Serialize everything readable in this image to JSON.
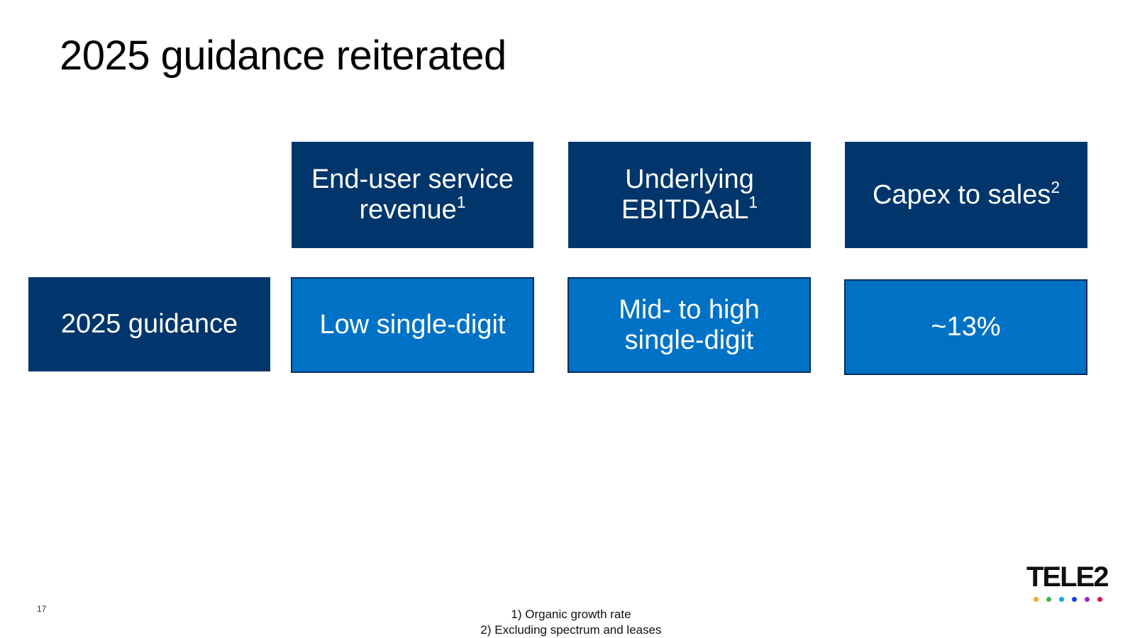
{
  "title": "2025 guidance reiterated",
  "headers": [
    {
      "text": "End-user service revenue",
      "sup": "1"
    },
    {
      "text": "Underlying EBITDAaL",
      "sup": "1"
    },
    {
      "text": "Capex to sales",
      "sup": "2"
    }
  ],
  "row_label": "2025 guidance",
  "values": [
    "Low single-digit",
    "Mid- to high single-digit",
    "~13%"
  ],
  "footnotes": [
    "1) Organic growth rate",
    "2) Excluding spectrum and leases"
  ],
  "page_number": "17",
  "logo": {
    "text": "TELE2",
    "dot_colors": [
      "#f5a623",
      "#33b846",
      "#17a2e8",
      "#1b3fe0",
      "#a020c8",
      "#e0105a"
    ]
  },
  "colors": {
    "header_bg": "#00366b",
    "value_bg": "#0072c6",
    "value_border": "#002a5c"
  }
}
